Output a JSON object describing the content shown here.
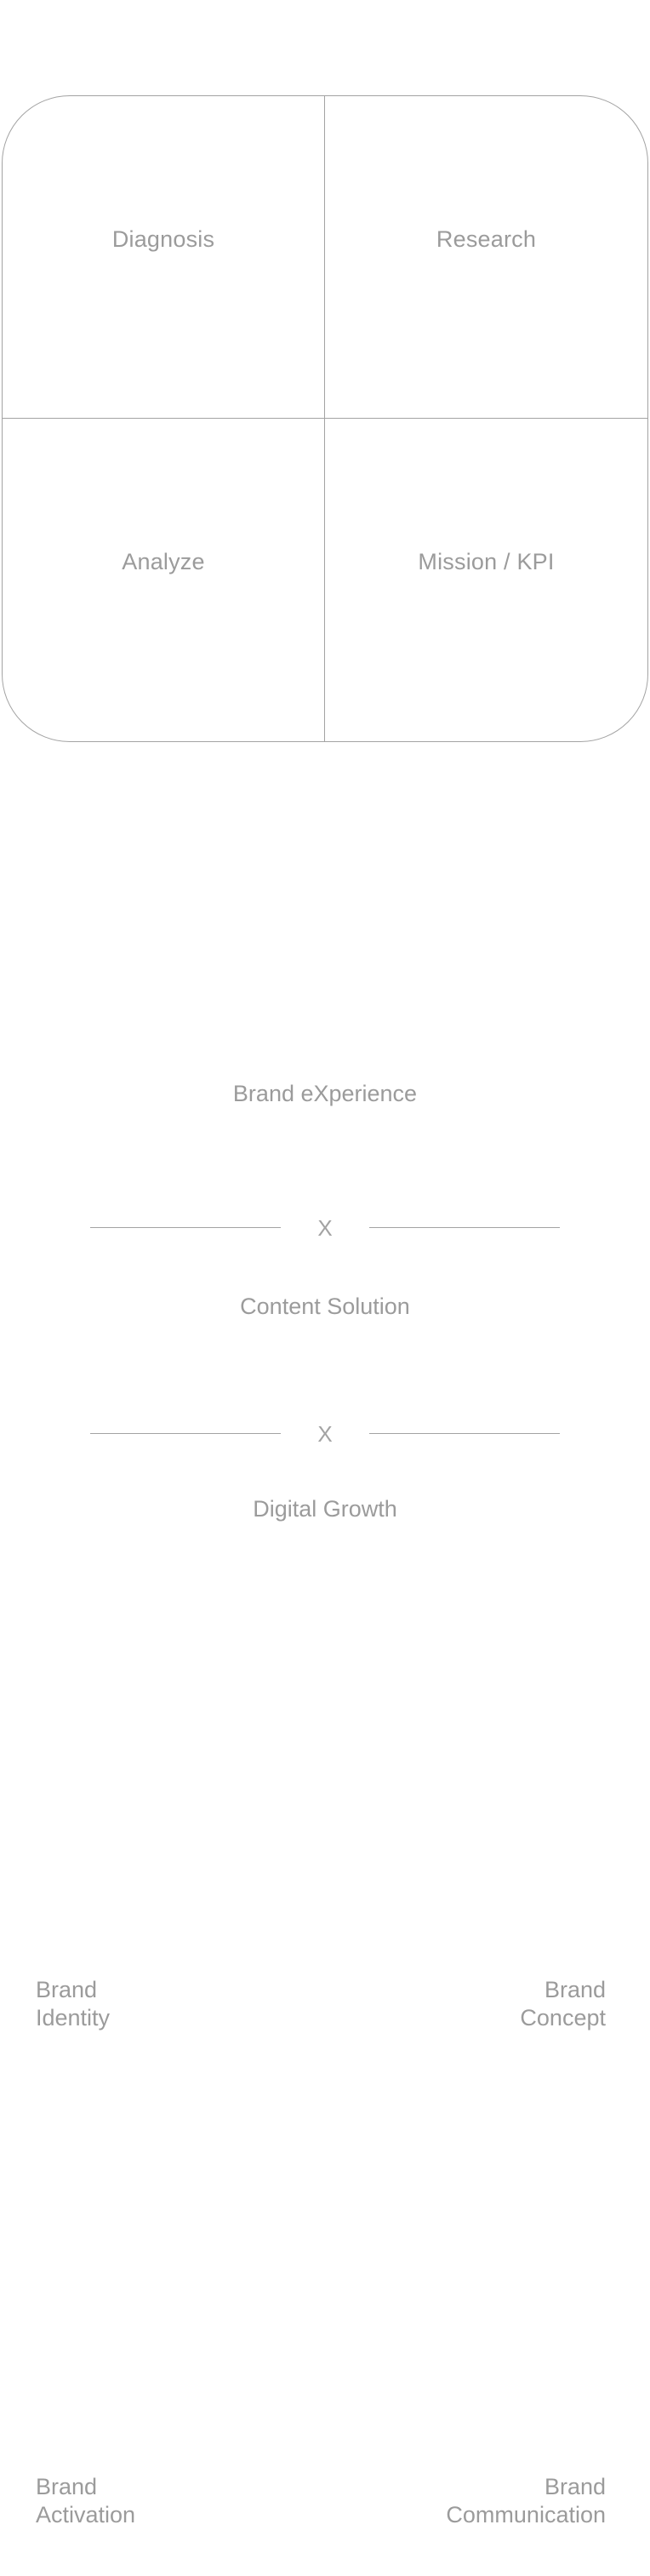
{
  "process_grid": {
    "cells": [
      {
        "label": "Diagnosis"
      },
      {
        "label": "Research"
      },
      {
        "label": "Analyze"
      },
      {
        "label": "Mission / KPI"
      }
    ]
  },
  "formula": {
    "line_1": "Brand eXperience",
    "operator_1": "X",
    "line_2": "Content Solution",
    "operator_2": "X",
    "line_3": "Digital Growth"
  },
  "brand_areas": {
    "top_left": {
      "line_1": "Brand",
      "line_2": "Identity"
    },
    "top_right": {
      "line_1": "Brand",
      "line_2": "Concept"
    },
    "bottom_left": {
      "line_1": "Brand",
      "line_2": "Activation"
    },
    "bottom_right": {
      "line_1": "Brand",
      "line_2": "Communication"
    }
  }
}
